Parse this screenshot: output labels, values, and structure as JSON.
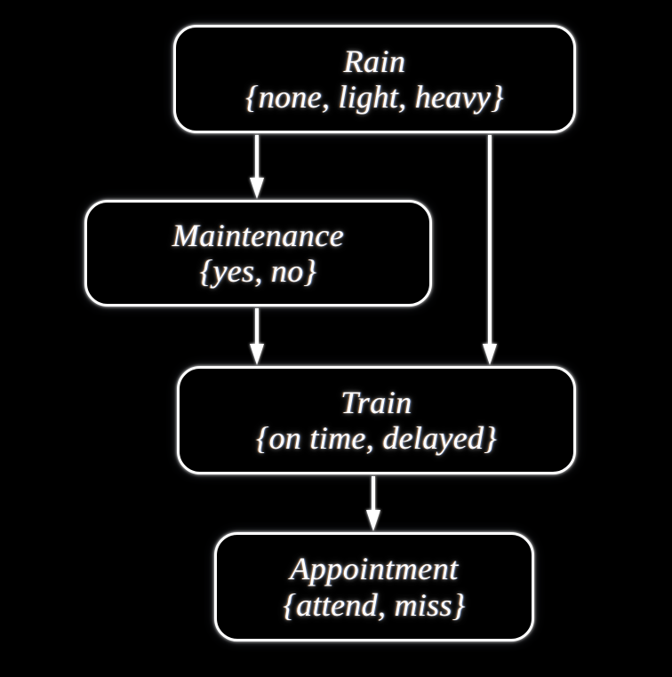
{
  "diagram": {
    "type": "bayesian-network",
    "title": "Rain / Maintenance / Train / Appointment Bayesian network",
    "background_color": "#000000",
    "stroke_color": "#ffffff",
    "text_color": "#ffffff",
    "nodes": [
      {
        "id": "rain",
        "label": "Rain",
        "states": "{none, light, heavy}",
        "states_list": [
          "none",
          "light",
          "heavy"
        ]
      },
      {
        "id": "maintenance",
        "label": "Maintenance",
        "states": "{yes, no}",
        "states_list": [
          "yes",
          "no"
        ]
      },
      {
        "id": "train",
        "label": "Train",
        "states": "{on time, delayed}",
        "states_list": [
          "on time",
          "delayed"
        ]
      },
      {
        "id": "appointment",
        "label": "Appointment",
        "states": "{attend, miss}",
        "states_list": [
          "attend",
          "miss"
        ]
      }
    ],
    "edges": [
      {
        "id": "rain-to-maintenance",
        "from": "Rain",
        "to": "Maintenance"
      },
      {
        "id": "rain-to-train",
        "from": "Rain",
        "to": "Train"
      },
      {
        "id": "maintenance-to-train",
        "from": "Maintenance",
        "to": "Train"
      },
      {
        "id": "train-to-appointment",
        "from": "Train",
        "to": "Appointment"
      }
    ]
  }
}
